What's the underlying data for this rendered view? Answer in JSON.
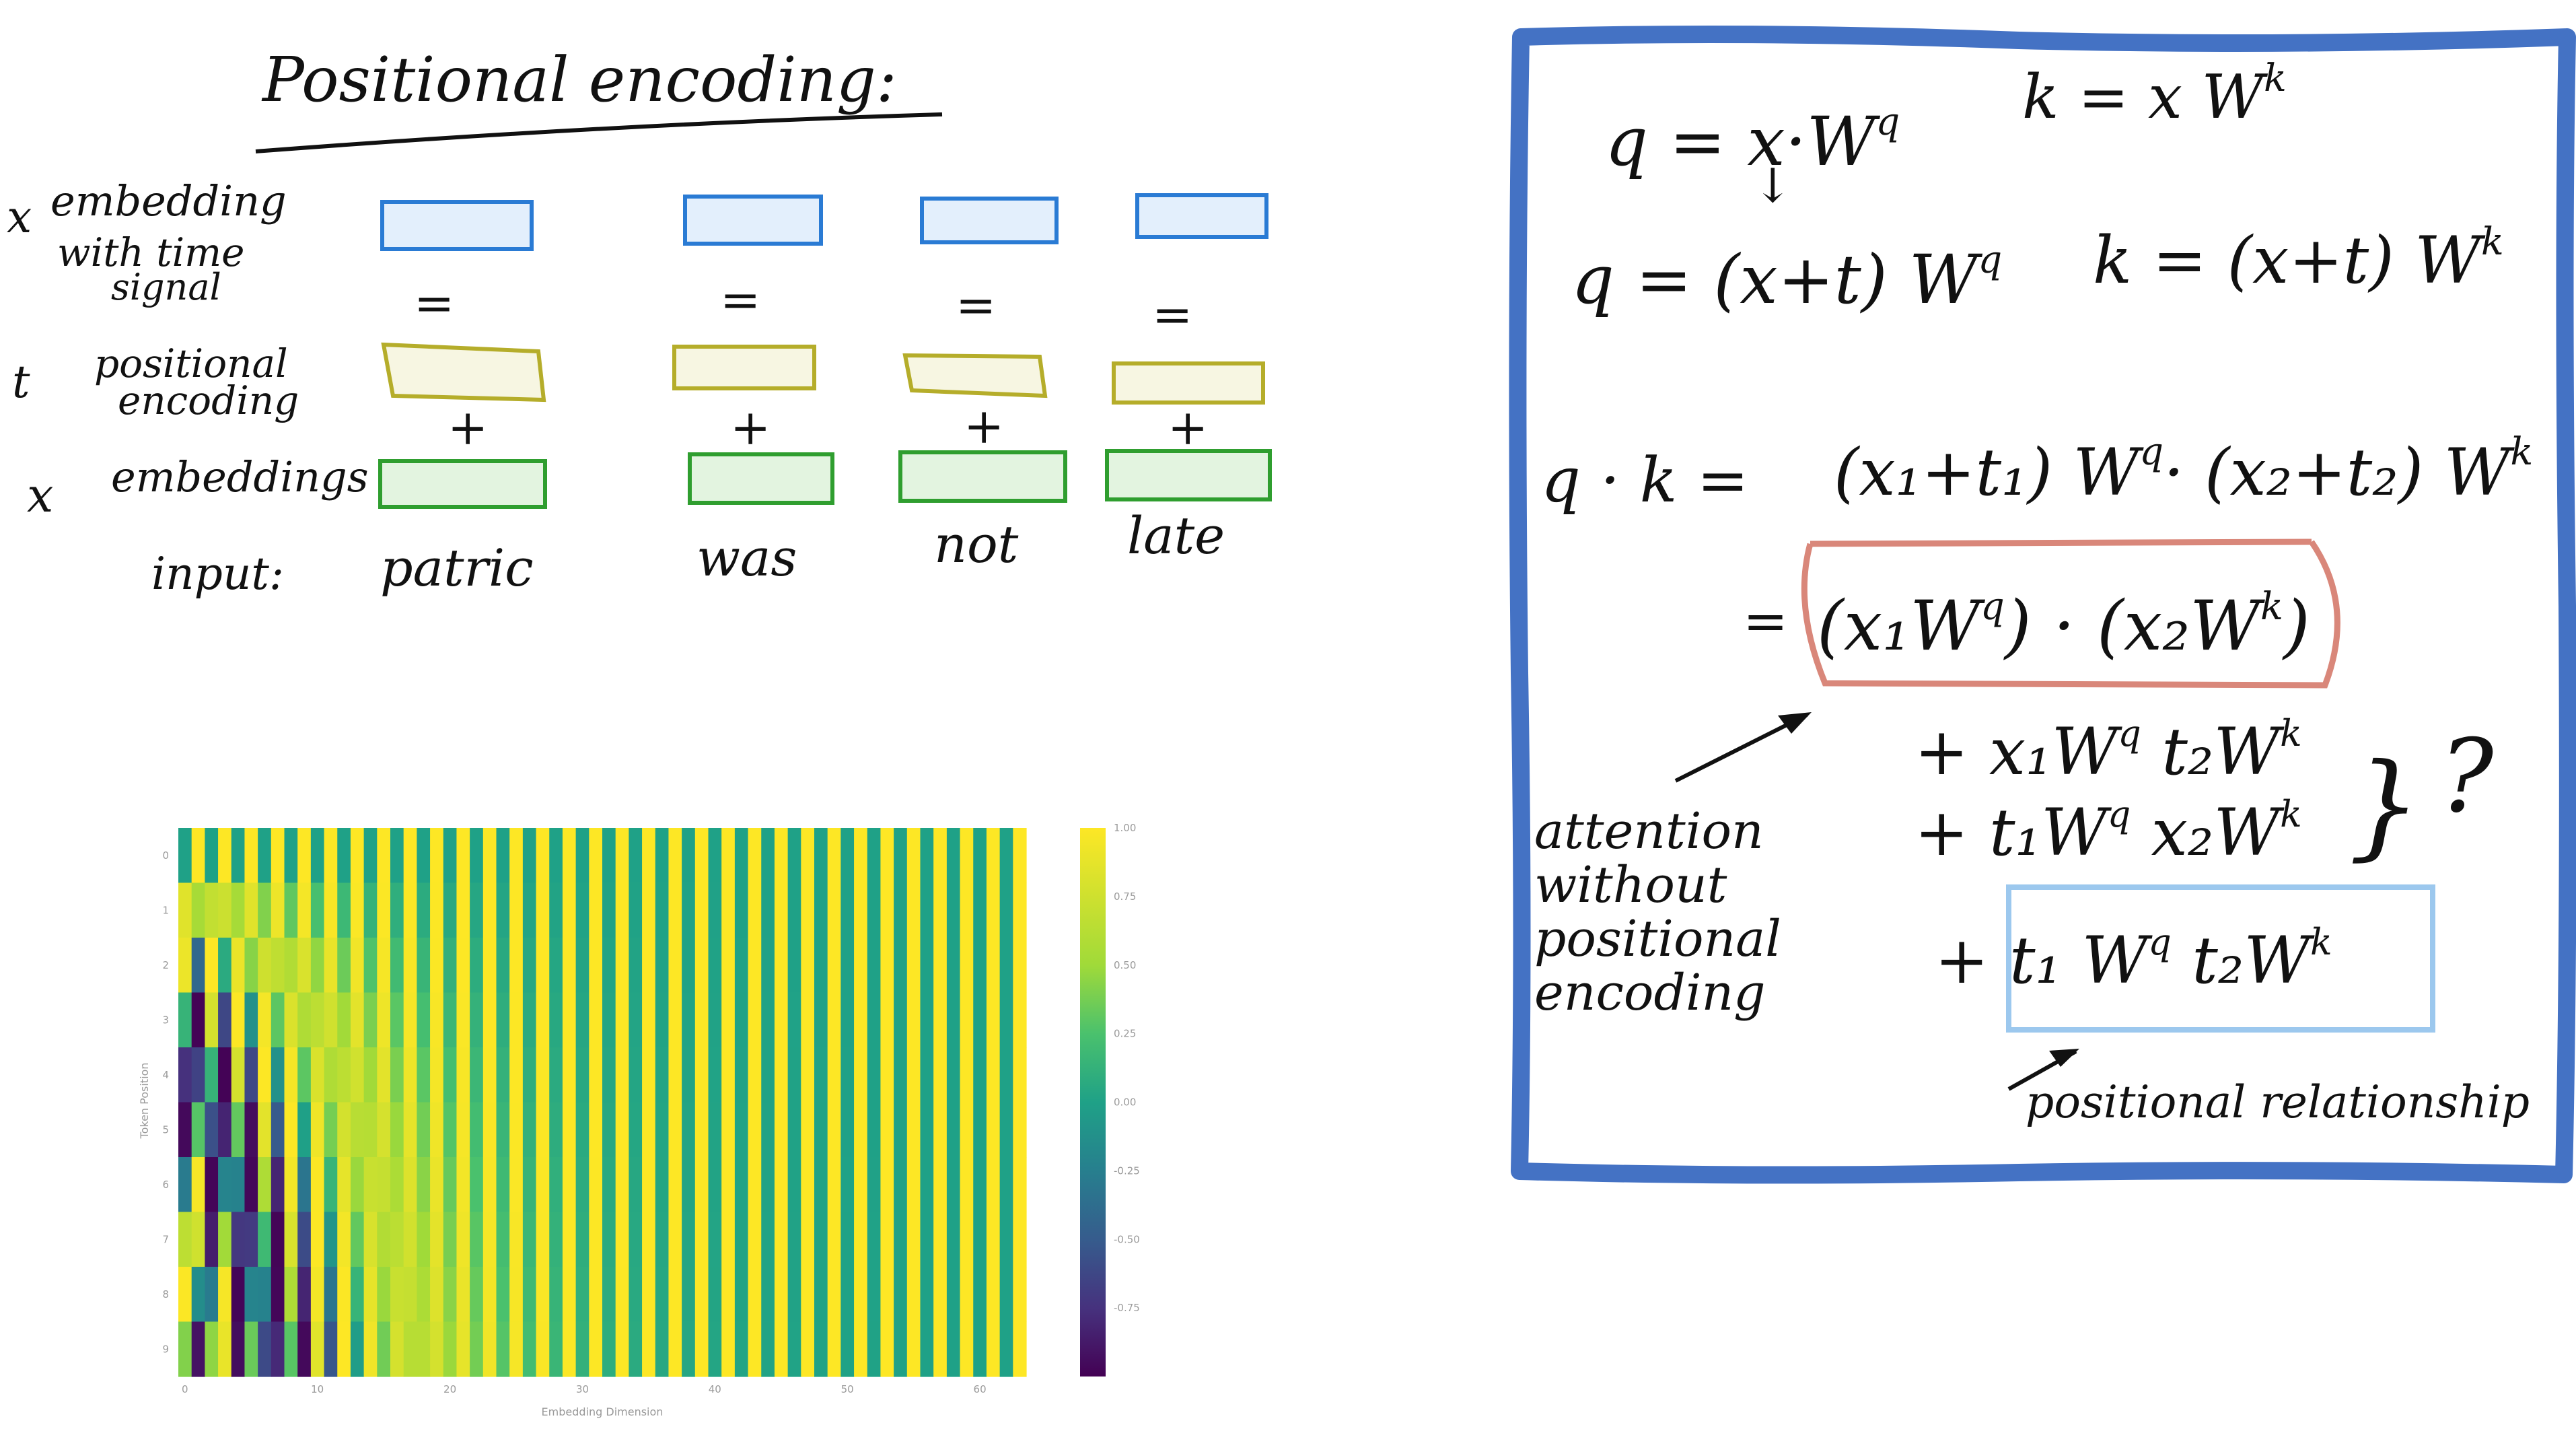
{
  "title": "Positional encoding:",
  "rows": {
    "embedding_with_time": {
      "prefix": "x",
      "line1": "embedding",
      "line2": "with time",
      "line3": "signal"
    },
    "positional_encoding": {
      "prefix": "t",
      "line1": "positional",
      "line2": "encoding"
    },
    "embeddings": {
      "prefix": "x",
      "line1": "embeddings"
    },
    "input": {
      "label": "input:"
    }
  },
  "operators": {
    "equals": "=",
    "plus": "+"
  },
  "words": [
    "patric",
    "was",
    "not",
    "late"
  ],
  "colors": {
    "blue_stroke": "#2a7bd4",
    "blue_fill": "#e3effc",
    "yellow_stroke": "#b5ad2a",
    "yellow_fill": "#f7f6e2",
    "green_stroke": "#2f9e2f",
    "green_fill": "#e3f4e0",
    "frame": "#4472c4",
    "red_box": "#d9877a",
    "light_blue_box": "#9cc8ee"
  },
  "equations": {
    "eq1_q": "q = x·W",
    "eq1_q_sup": "q",
    "eq1_k": "k = x W",
    "eq1_k_sup": "k",
    "arrow": "↓",
    "eq2_q": "q = (x+t) W",
    "eq2_q_sup": "q",
    "eq2_k": "k = (x+t) W",
    "eq2_k_sup": "k",
    "eq3_lhs": "q · k =",
    "eq3_rhs": "(x₁+t₁) W",
    "eq3_rhs_sup": "q",
    "eq3_rhs2": "· (x₂+t₂) W",
    "eq3_rhs2_sup": "k",
    "term1_prefix": "=",
    "term1": "(x₁W",
    "term1_sup": "q",
    "term1b": ") · (x₂W",
    "term1b_sup": "k",
    "term1c": ")",
    "term2": "+  x₁W",
    "term2_sup": "q",
    "term2b": " t₂W",
    "term2b_sup": "k",
    "term3": "+  t₁W",
    "term3_sup": "q",
    "term3b": " x₂W",
    "term3b_sup": "k",
    "term4": "+  t₁ W",
    "term4_sup": "q",
    "term4b": " t₂W",
    "term4b_sup": "k",
    "brace": "}",
    "question": "?",
    "note_attention": [
      "attention",
      "without",
      "positional",
      "encoding"
    ],
    "note_positional": "positional relationship"
  },
  "chart_data": {
    "type": "heatmap",
    "xlabel": "Embedding Dimension",
    "ylabel": "Token Position",
    "x_ticks": [
      "0",
      "10",
      "20",
      "30",
      "40",
      "50",
      "60"
    ],
    "y_ticks": [
      "0",
      "1",
      "2",
      "3",
      "4",
      "5",
      "6",
      "7",
      "8",
      "9"
    ],
    "colorbar_ticks": [
      "1.00",
      "0.75",
      "0.50",
      "0.25",
      "0.00",
      "-0.25",
      "-0.50",
      "-0.75"
    ],
    "n_positions": 10,
    "n_dims": 64,
    "vmin": -1,
    "vmax": 1,
    "colormap": "viridis"
  }
}
